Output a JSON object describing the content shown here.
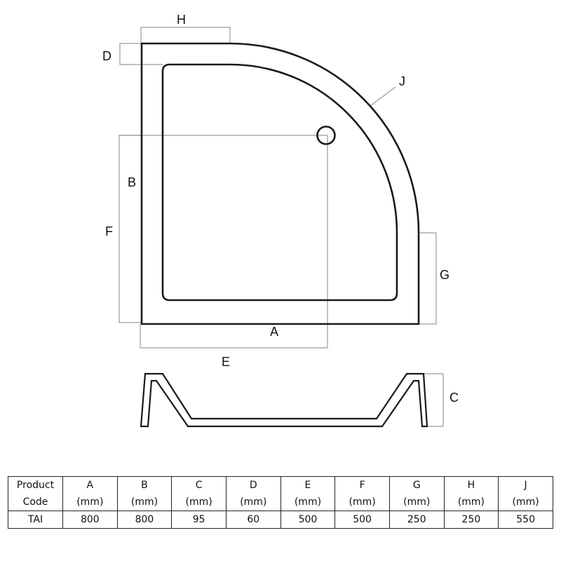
{
  "diagram": {
    "title_hidden": "Quadrant shower tray dimension drawing",
    "labels": {
      "A": "A",
      "B": "B",
      "C": "C",
      "D": "D",
      "E": "E",
      "F": "F",
      "G": "G",
      "H": "H",
      "J": "J"
    },
    "colors": {
      "outline": "#1a1a1a",
      "dimension": "#9a9a9a",
      "background": "#ffffff"
    }
  },
  "table": {
    "headers": [
      {
        "top": "Product",
        "bottom": "Code"
      },
      {
        "top": "A",
        "bottom": "(mm)"
      },
      {
        "top": "B",
        "bottom": "(mm)"
      },
      {
        "top": "C",
        "bottom": "(mm)"
      },
      {
        "top": "D",
        "bottom": "(mm)"
      },
      {
        "top": "E",
        "bottom": "(mm)"
      },
      {
        "top": "F",
        "bottom": "(mm)"
      },
      {
        "top": "G",
        "bottom": "(mm)"
      },
      {
        "top": "H",
        "bottom": "(mm)"
      },
      {
        "top": "J",
        "bottom": "(mm)"
      }
    ],
    "rows": [
      [
        "TAI",
        "800",
        "800",
        "95",
        "60",
        "500",
        "500",
        "250",
        "250",
        "550"
      ]
    ]
  }
}
